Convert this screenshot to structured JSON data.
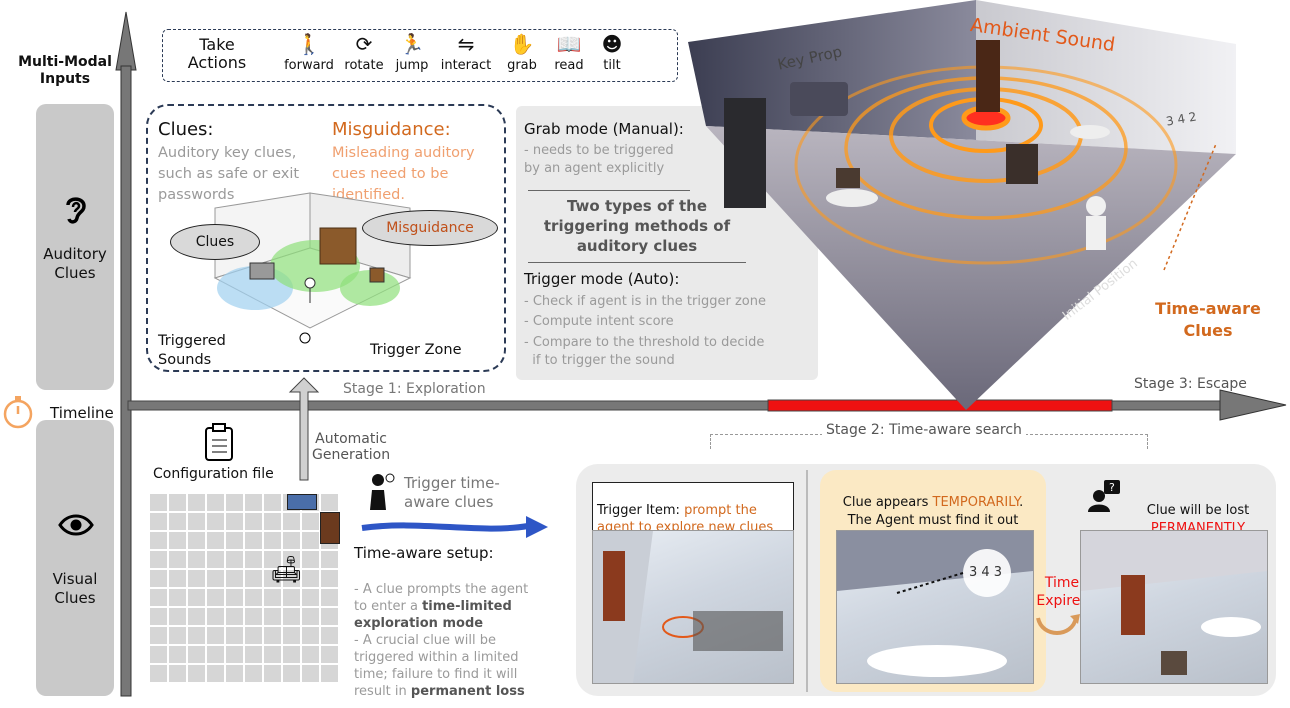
{
  "inputs_title": "Multi-Modal\nInputs",
  "auditory_label": "Auditory\nClues",
  "visual_label": "Visual\nClues",
  "timeline_label": "Timeline",
  "actions": {
    "header": "Take\nActions",
    "items": [
      {
        "label": "forward",
        "icon": "forward-icon",
        "glyph": "🚶"
      },
      {
        "label": "rotate",
        "icon": "rotate-icon",
        "glyph": "⟳"
      },
      {
        "label": "jump",
        "icon": "jump-icon",
        "glyph": "🏃"
      },
      {
        "label": "interact",
        "icon": "interact-icon",
        "glyph": "⇋"
      },
      {
        "label": "grab",
        "icon": "grab-icon",
        "glyph": "✋"
      },
      {
        "label": "read",
        "icon": "read-icon",
        "glyph": "📖"
      },
      {
        "label": "tilt",
        "icon": "tilt-icon",
        "glyph": "☻"
      }
    ]
  },
  "clues": {
    "title": "Clues:",
    "desc": "Auditory key clues,\nsuch as safe or exit\npasswords",
    "bubble": "Clues",
    "triggered": "Triggered\nSounds"
  },
  "misguidance": {
    "title": "Misguidance:",
    "desc": "Misleading auditory\ncues need to be\nidentified.",
    "bubble": "Misguidance",
    "trigger_zone": "Trigger Zone"
  },
  "grab_mode": {
    "title": "Grab mode (Manual):",
    "desc": "- needs to be triggered\nby an agent explicitly"
  },
  "two_types": "Two types of the\ntriggering methods of\nauditory clues",
  "trigger_mode": {
    "title": "Trigger mode (Auto):",
    "items": [
      "- Check if agent is in the trigger zone",
      "- Compute intent score",
      "- Compare to the threshold to decide\n  if to trigger the sound"
    ]
  },
  "scene": {
    "ambient": "Ambient Sound",
    "key_prop": "Key Prop",
    "initial_position": "Initial Position",
    "wall_code": "3 4 2"
  },
  "time_aware_clues": "Time-aware\nClues",
  "stages": {
    "stage1": "Stage 1: Exploration",
    "stage2": "Stage 2: Time-aware search",
    "stage3": "Stage 3: Escape"
  },
  "config": {
    "file_label": "Configuration file",
    "auto_gen": "Automatic\nGeneration"
  },
  "trigger_time": "Trigger time-\naware clues",
  "setup": {
    "title": "Time-aware setup:",
    "line1_a": "- A clue prompts the agent\nto enter a ",
    "line1_b": "time-limited\nexploration mode",
    "line2_a": "- A crucial clue will be\ntriggered within a limited\ntime; failure to find it will\nresult in ",
    "line2_b": "permanent loss"
  },
  "panel1": {
    "prefix": "Trigger Item: ",
    "highlight": "prompt the\nagent to explore new clues"
  },
  "panel2": {
    "a": "Clue appears ",
    "b": "TEMPORARILY",
    "c": ".\nThe Agent must find it out\nbefore expire.",
    "code": "3 4 3"
  },
  "time_expires": "Time\nExpires",
  "panel3": {
    "a": "Clue will be lost\n",
    "b": "PERMANENTLY"
  },
  "colors": {
    "accent_orange": "#d2691e",
    "timeline_red": "#ee1111",
    "panel_gray": "#c9c9c9",
    "dash_navy": "#2b3a55"
  }
}
